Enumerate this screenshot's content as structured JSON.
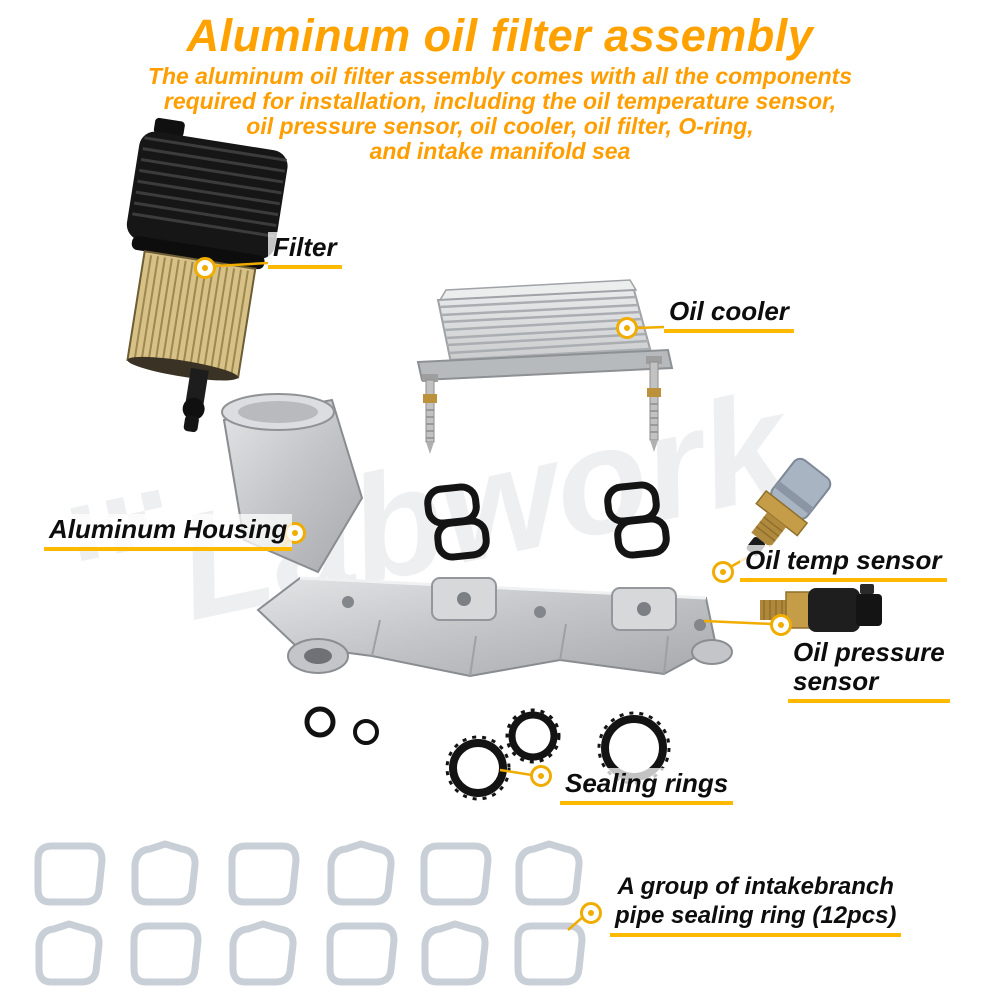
{
  "title": "Aluminum oil filter assembly",
  "subtitle": {
    "line1": "The aluminum oil filter assembly comes with all the components",
    "line2": "required for installation, including the oil temperature sensor,",
    "line3": "oil pressure sensor, oil cooler, oil filter, O-ring,",
    "line4": "and intake manifold sea"
  },
  "callouts": {
    "filter": "Filter",
    "oil_cooler": "Oil cooler",
    "aluminum_housing": "Aluminum Housing",
    "oil_temp_sensor": "Oil temp sensor",
    "oil_pressure": {
      "line1": "Oil pressure",
      "line2": "sensor"
    },
    "sealing_rings": "Sealing rings",
    "intake_gaskets": {
      "line1": "A group of intakebranch",
      "line2": "pipe sealing ring (12pcs)"
    }
  },
  "watermark": "Labwork",
  "colors": {
    "title_orange": "#FFA200",
    "callout_yellow": "#F0AD00",
    "underline_yellow": "#FFB900",
    "label_text": "#0D0D0D"
  }
}
